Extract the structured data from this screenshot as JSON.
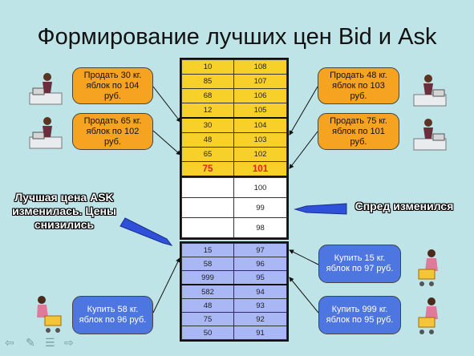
{
  "title": "Формирование лучших цен Bid и Ask",
  "ask_rows": [
    {
      "volume": "10",
      "price": "108"
    },
    {
      "volume": "85",
      "price": "107"
    },
    {
      "volume": "68",
      "price": "106"
    },
    {
      "volume": "12",
      "price": "105"
    },
    {
      "volume": "30",
      "price": "104"
    },
    {
      "volume": "48",
      "price": "103"
    },
    {
      "volume": "65",
      "price": "102"
    },
    {
      "volume": "75",
      "price": "101"
    }
  ],
  "spread_rows": [
    {
      "volume": "",
      "price": "100"
    },
    {
      "volume": "",
      "price": "99"
    },
    {
      "volume": "",
      "price": "98"
    }
  ],
  "bid_rows": [
    {
      "volume": "15",
      "price": "97"
    },
    {
      "volume": "58",
      "price": "96"
    },
    {
      "volume": "999",
      "price": "95"
    },
    {
      "volume": "582",
      "price": "94"
    },
    {
      "volume": "48",
      "price": "93"
    },
    {
      "volume": "75",
      "price": "92"
    },
    {
      "volume": "50",
      "price": "91"
    }
  ],
  "sell_orders": [
    {
      "text": "Продать 30 кг. яблок по 104 руб."
    },
    {
      "text": "Продать 65 кг. яблок по 102 руб."
    },
    {
      "text": "Продать 48 кг. яблок по 103 руб."
    },
    {
      "text": "Продать 75 кг. яблок по 101 руб."
    }
  ],
  "buy_orders": [
    {
      "text": "Купить 58 кг. яблок по 96 руб."
    },
    {
      "text": "Купить 15 кг. яблок по 97 руб."
    },
    {
      "text": "Купить 999 кг. яблок по 95 руб."
    }
  ],
  "labels": {
    "ask_changed": "Лучшая цена ASK изменилась. Цены снизились",
    "spread_changed": "Спред изменился"
  },
  "colors": {
    "background": "#bfe4e7",
    "ask_fill": "#f7d02a",
    "bid_fill": "#a9b8f5",
    "sell_box": "#f5a321",
    "buy_box": "#4d76e0",
    "best_price": "#e0241b",
    "arrow_blue": "#2f50d8"
  },
  "icons": {
    "nav": [
      "nav-back-icon",
      "pen-icon",
      "menu-icon",
      "nav-forward-icon"
    ],
    "figures": [
      "seller-figure",
      "buyer-figure"
    ]
  }
}
